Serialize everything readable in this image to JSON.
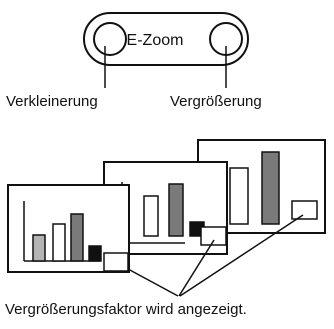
{
  "button": {
    "label": "E-Zoom"
  },
  "labels": {
    "zoom_out": "Verkleinerung",
    "zoom_in": "Vergrößerung",
    "caption": "Vergrößerungsfaktor wird angezeigt."
  },
  "colors": {
    "line": "#111111",
    "bar_light": "#b4b4b4",
    "bar_mid": "#7a7a7a",
    "bar_dark": "#111111",
    "bar_white": "#ffffff"
  }
}
